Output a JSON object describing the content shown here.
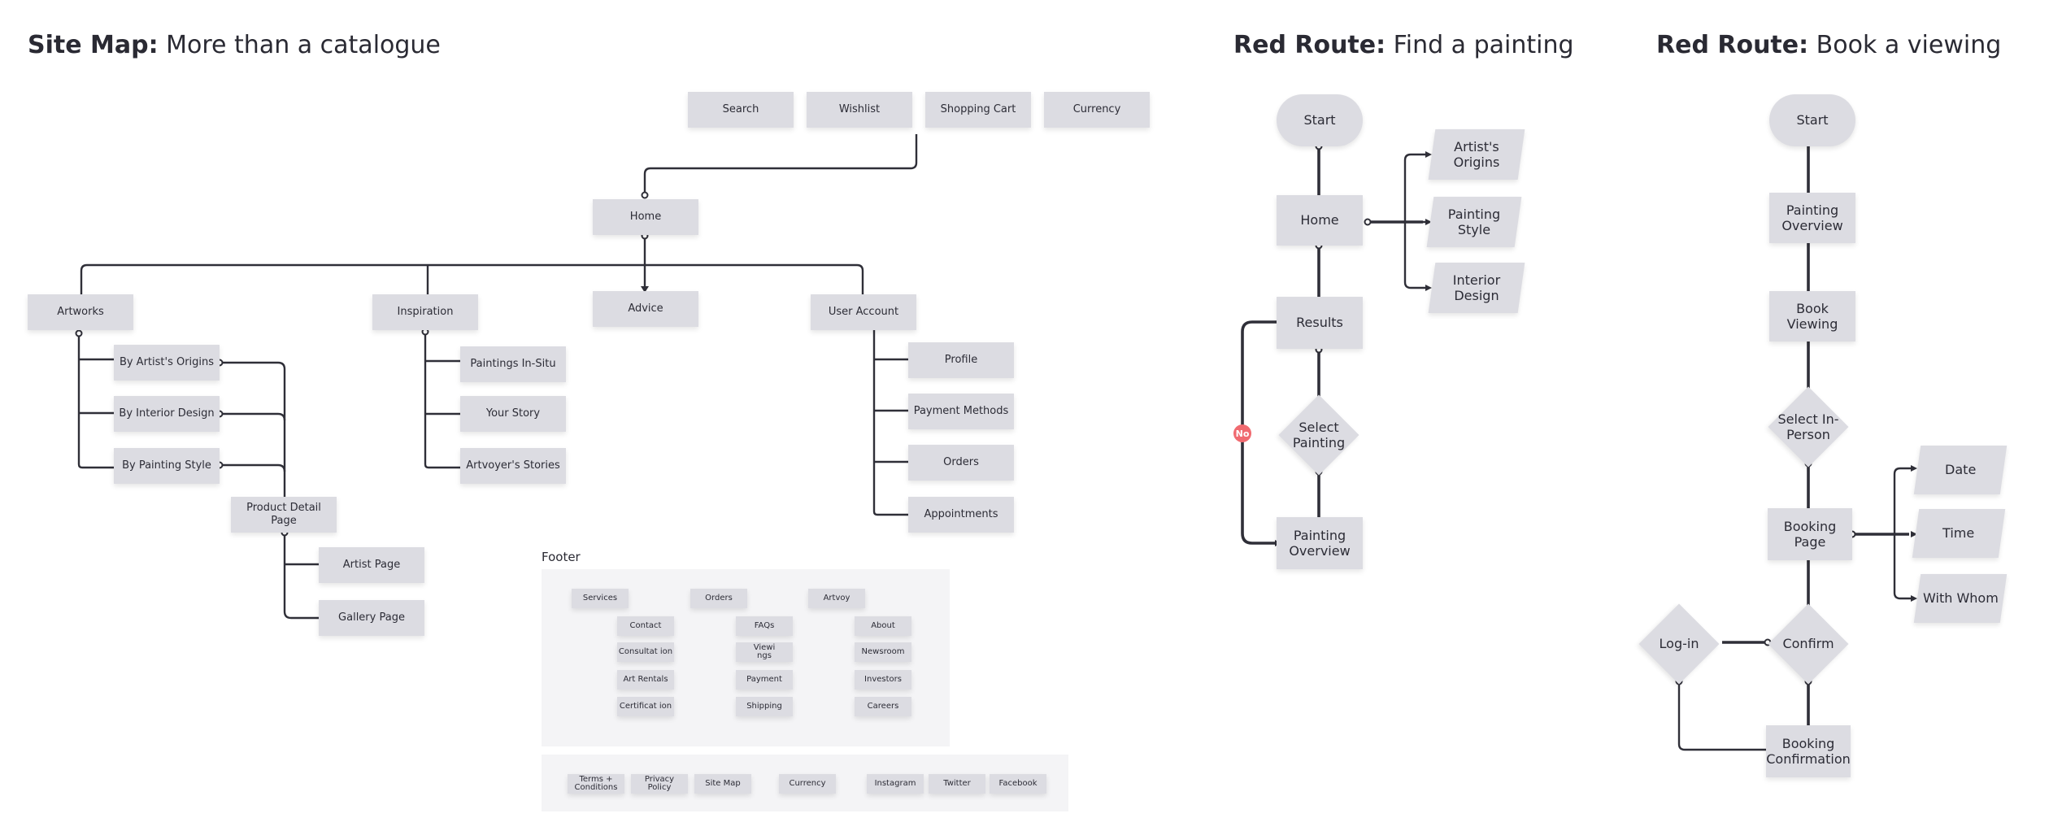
{
  "titles": {
    "sitemap": {
      "bold": "Site Map:",
      "rest": " More than a catalogue"
    },
    "route1": {
      "bold": "Red Route:",
      "rest": " Find a painting"
    },
    "route2": {
      "bold": "Red Route:",
      "rest": " Book a viewing"
    }
  },
  "sitemap": {
    "utility": [
      "Search",
      "Wishlist",
      "Shopping Cart",
      "Currency"
    ],
    "home": "Home",
    "artworks": "Artworks",
    "artworks_children": [
      "By Artist's Origins",
      "By Interior Design",
      "By Painting Style"
    ],
    "product_detail": "Product Detail Page",
    "product_children": [
      "Artist Page",
      "Gallery Page"
    ],
    "inspiration": "Inspiration",
    "inspiration_children": [
      "Paintings In-Situ",
      "Your Story",
      "Artvoyer's Stories"
    ],
    "advice": "Advice",
    "user_account": "User Account",
    "user_children": [
      "Profile",
      "Payment Methods",
      "Orders",
      "Appointments"
    ],
    "footer": {
      "label": "Footer",
      "services": "Services",
      "services_children": [
        "Contact",
        "Consultat ion",
        "Art Rentals",
        "Certificat ion"
      ],
      "orders": "Orders",
      "orders_children": [
        "FAQs",
        "Viewi ngs",
        "Payment",
        "Shipping"
      ],
      "artvoy": "Artvoy",
      "artvoy_children": [
        "About",
        "Newsroom",
        "Investors",
        "Careers"
      ],
      "bottom": [
        "Terms + Conditions",
        "Privacy Policy",
        "Site Map",
        "Currency",
        "Instagram",
        "Twitter",
        "Facebook"
      ]
    }
  },
  "route1": {
    "start": "Start",
    "home": "Home",
    "filters": [
      "Artist's Origins",
      "Painting Style",
      "Interior Design"
    ],
    "results": "Results",
    "decision": "Select Painting",
    "no_badge": "No",
    "end": "Painting Overview"
  },
  "route2": {
    "start": "Start",
    "overview": "Painting Overview",
    "book": "Book Viewing",
    "decision": "Select In-Person",
    "booking_page": "Booking Page",
    "options": [
      "Date",
      "Time",
      "With Whom"
    ],
    "confirm": "Confirm",
    "login": "Log-in",
    "confirmation": "Booking Confirmation"
  }
}
